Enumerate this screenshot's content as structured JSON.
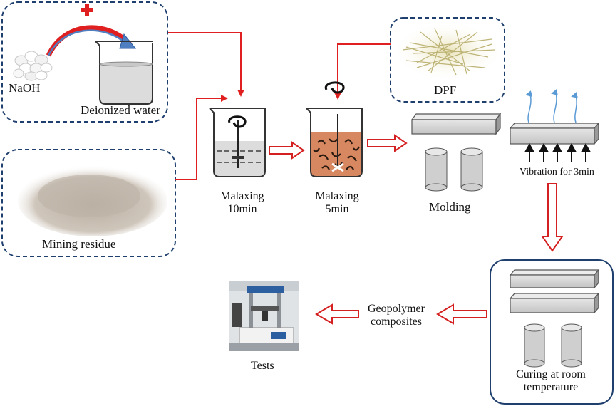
{
  "labels": {
    "naoh": "NaOH",
    "deionized_water": "Deionized water",
    "mining_residue": "Mining residue",
    "malaxing_10": [
      "Malaxing",
      "10min"
    ],
    "malaxing_5": [
      "Malaxing",
      "5min"
    ],
    "dpf": "DPF",
    "molding": "Molding",
    "vibration": "Vibration for 3min",
    "curing": [
      "Curing at room",
      "temperature"
    ],
    "geopolymer": [
      "Geopolymer",
      "composites"
    ],
    "tests": "Tests"
  },
  "symbols": {
    "plus": "+"
  },
  "colors": {
    "box_border": "#1f3f6e",
    "red_line": "#e02020",
    "block_arrow_fill": "#ffffff",
    "block_arrow_stroke": "#d42020",
    "blue_arrow": "#5b9bd5",
    "specimen_fill": "#cfcfcf",
    "slurry_fill": "#d88860",
    "water_fill": "#dcdcdc"
  }
}
